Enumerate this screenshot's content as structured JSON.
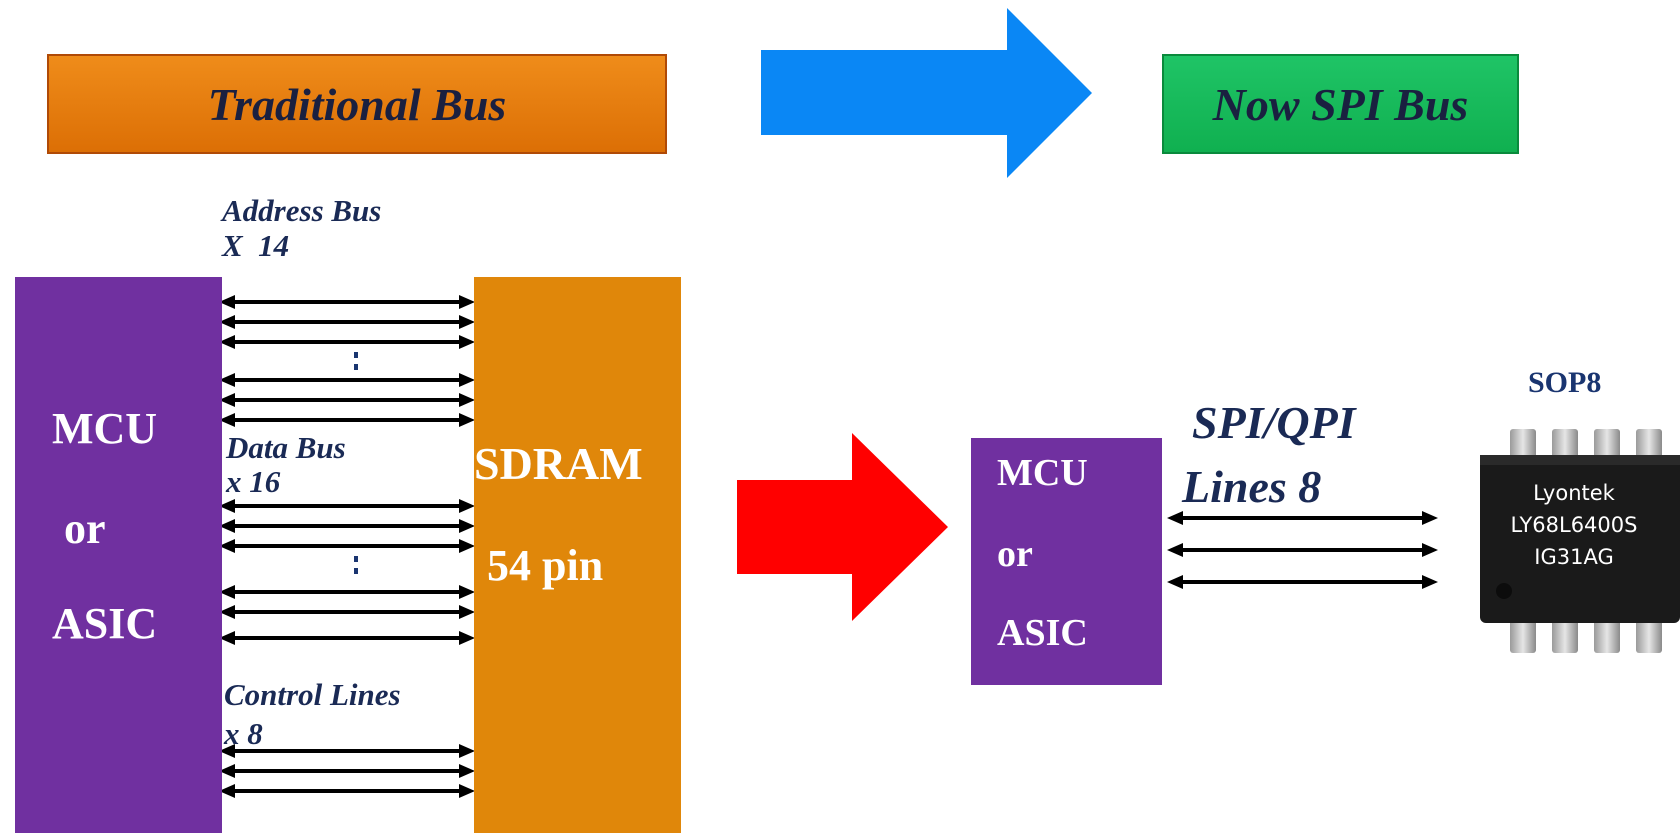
{
  "banners": {
    "traditional": "Traditional Bus",
    "spi": "Now SPI Bus"
  },
  "traditional_side": {
    "mcu_lines": [
      "MCU",
      "or",
      "ASIC"
    ],
    "sdram_title": "SDRAM",
    "sdram_pins": "54 pin",
    "address_bus": {
      "label": "Address Bus",
      "count": "X  14"
    },
    "data_bus": {
      "label": "Data Bus",
      "count": "x 16"
    },
    "control_lines": {
      "label": "Control Lines",
      "count": "x 8"
    }
  },
  "spi_side": {
    "mcu_lines": [
      "MCU",
      "or",
      "ASIC"
    ],
    "bus_label": "SPI/QPI",
    "bus_count": "Lines 8",
    "package": "SOP8",
    "chip_text": [
      "Lyontek",
      "LY68L6400S",
      "IG31AG"
    ]
  },
  "colors": {
    "arrow_blue": "#0a87f5",
    "arrow_red": "#ff0000",
    "mcu_purple": "#7030a0",
    "sdram_orange": "#e0870a",
    "banner_orange": "#e07808",
    "banner_green": "#12b855",
    "label_navy": "#1a2a55"
  },
  "icons": [
    "blue-right-arrow-icon",
    "red-right-arrow-icon",
    "chip-icon"
  ]
}
